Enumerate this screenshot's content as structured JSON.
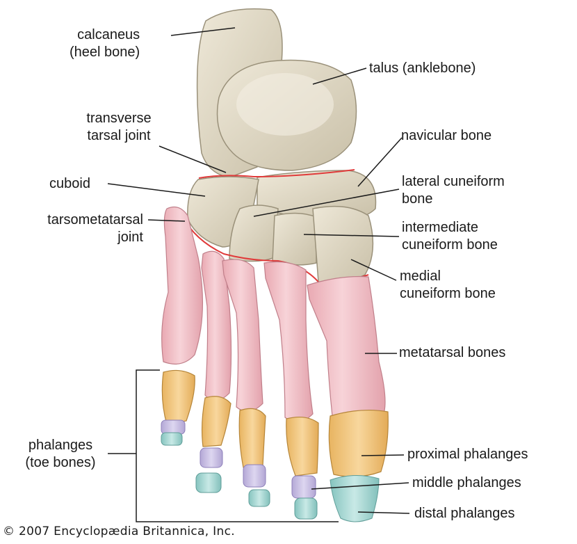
{
  "labels": {
    "calcaneus": {
      "line1": "calcaneus",
      "line2": "(heel bone)"
    },
    "talus": "talus (anklebone)",
    "transverse_tarsal_joint": {
      "line1": "transverse",
      "line2": "tarsal joint"
    },
    "navicular": "navicular bone",
    "cuboid": "cuboid",
    "lateral_cuneiform": {
      "line1": "lateral cuneiform",
      "line2": "bone"
    },
    "tarsometatarsal_joint": {
      "line1": "tarsometatarsal",
      "line2": "joint"
    },
    "intermediate_cuneiform": {
      "line1": "intermediate",
      "line2": "cuneiform bone"
    },
    "medial_cuneiform": {
      "line1": "medial",
      "line2": "cuneiform bone"
    },
    "metatarsal": "metatarsal bones",
    "phalanges": {
      "line1": "phalanges",
      "line2": "(toe bones)"
    },
    "proximal_phalanges": "proximal phalanges",
    "middle_phalanges": "middle phalanges",
    "distal_phalanges": "distal phalanges"
  },
  "copyright": "© 2007 Encyclopædia Britannica, Inc.",
  "colors": {
    "tarsal_bone": "#e2dccb",
    "tarsal_shadow": "#b9b19a",
    "metatarsal": "#f2c3c9",
    "metatarsal_shadow": "#d99aa4",
    "proximal_phalanx": "#f4c983",
    "middle_phalanx": "#cbc3e4",
    "distal_phalanx": "#a8d7d3",
    "joint_line": "#e03a3a",
    "leader_line": "#1a1a1a"
  }
}
